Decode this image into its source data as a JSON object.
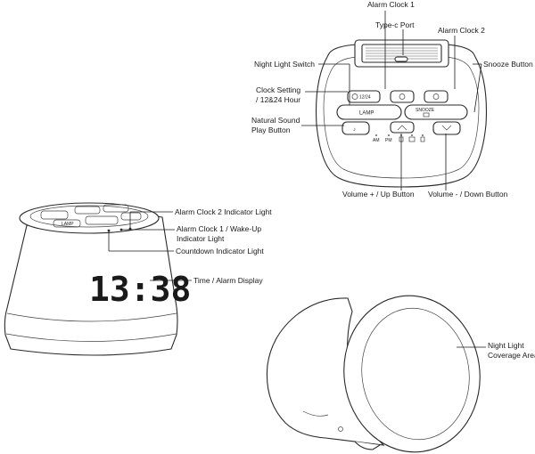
{
  "labels": {
    "alarm_clock_1": "Alarm Clock 1",
    "type_c_port": "Type-c Port",
    "alarm_clock_2": "Alarm Clock 2",
    "night_light_switch": "Night Light Switch",
    "snooze_button": "Snooze Button",
    "clock_setting_line1": "Clock Setting",
    "clock_setting_line2": "/ 12&24 Hour",
    "natural_sound_line1": "Natural Sound",
    "natural_sound_line2": "Play Button",
    "volume_up": "Volume + / Up Button",
    "volume_down": "Volume - / Down Button",
    "alarm2_indicator": "Alarm Clock 2 Indicator Light",
    "alarm1_indicator_line1": "Alarm Clock 1 / Wake-Up",
    "alarm1_indicator_line2": "Indicator Light",
    "countdown_indicator": "Countdown Indicator Light",
    "time_display": "Time / Alarm Display",
    "coverage_line1": "Night Light",
    "coverage_line2": "Coverage Area"
  },
  "buttons": {
    "clock_12_24": "12/24",
    "lamp": "LAMP",
    "snooze": "SNOOZE",
    "am": "AM",
    "pm": "PM"
  },
  "display": {
    "time": "13:38"
  }
}
